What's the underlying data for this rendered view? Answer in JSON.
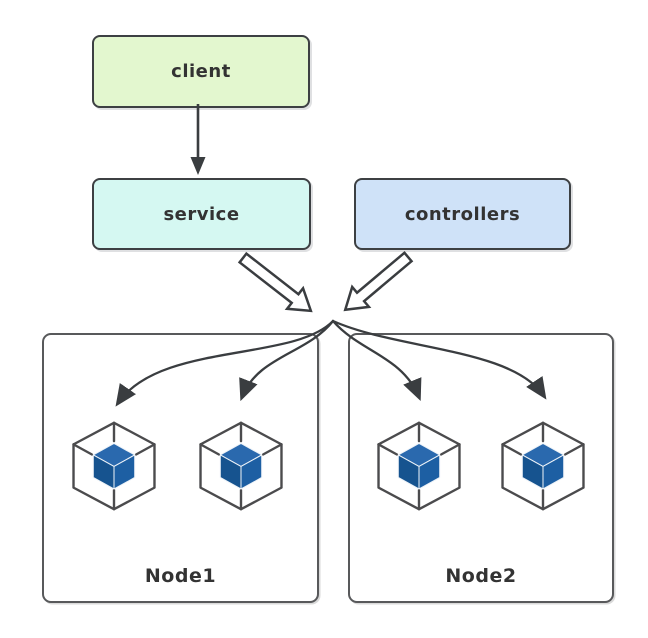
{
  "diagram": {
    "boxes": {
      "client": {
        "label": "client",
        "fill": "#e3f7cf"
      },
      "service": {
        "label": "service",
        "fill": "#d5f8f2"
      },
      "controllers": {
        "label": "controllers",
        "fill": "#cfe2f8"
      }
    },
    "nodes": [
      {
        "label": "Node1",
        "cube_count": 2
      },
      {
        "label": "Node2",
        "cube_count": 2
      }
    ],
    "edges": [
      {
        "from": "client",
        "to": "service",
        "style": "straight-arrow"
      },
      {
        "from": "service",
        "to": "junction",
        "style": "hollow-block-arrow"
      },
      {
        "from": "controllers",
        "to": "junction",
        "style": "hollow-block-arrow"
      },
      {
        "from": "junction",
        "to": "node1-cube1",
        "style": "curved-arrow"
      },
      {
        "from": "junction",
        "to": "node1-cube2",
        "style": "curved-arrow"
      },
      {
        "from": "junction",
        "to": "node2-cube1",
        "style": "curved-arrow"
      },
      {
        "from": "junction",
        "to": "node2-cube2",
        "style": "curved-arrow"
      }
    ],
    "colors": {
      "box_border": "#3d4043",
      "node_border": "#58595b",
      "arrow": "#3a3d40",
      "cube_outline": "#4b4b4d",
      "cube_top": "#2a69ae",
      "cube_left": "#16538f",
      "cube_right": "#1d5fa3",
      "text": "#333333"
    }
  }
}
